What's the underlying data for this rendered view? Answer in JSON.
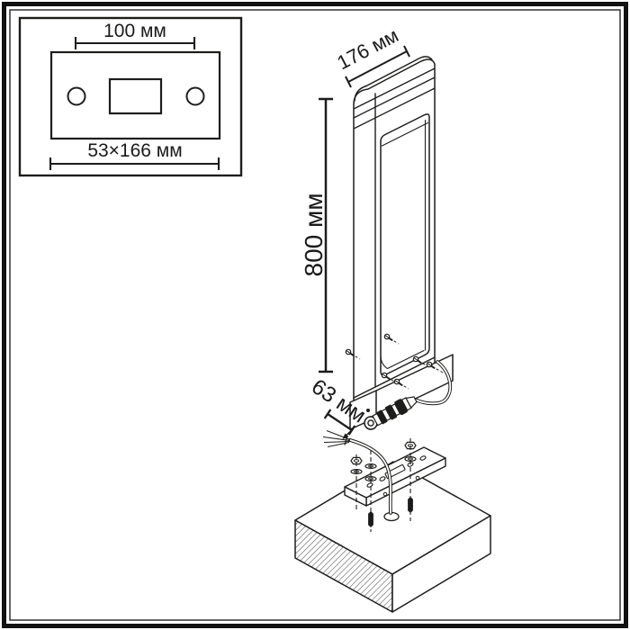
{
  "colors": {
    "background": "#ffffff",
    "line": "#1d1d1b",
    "frame": "#111111"
  },
  "inset": {
    "hole_spacing_label": "100 мм",
    "plate_size_label": "53×166 мм"
  },
  "dimensions": {
    "width_label": "176 мм",
    "height_label": "800 мм",
    "gland_label": "63 мм"
  }
}
